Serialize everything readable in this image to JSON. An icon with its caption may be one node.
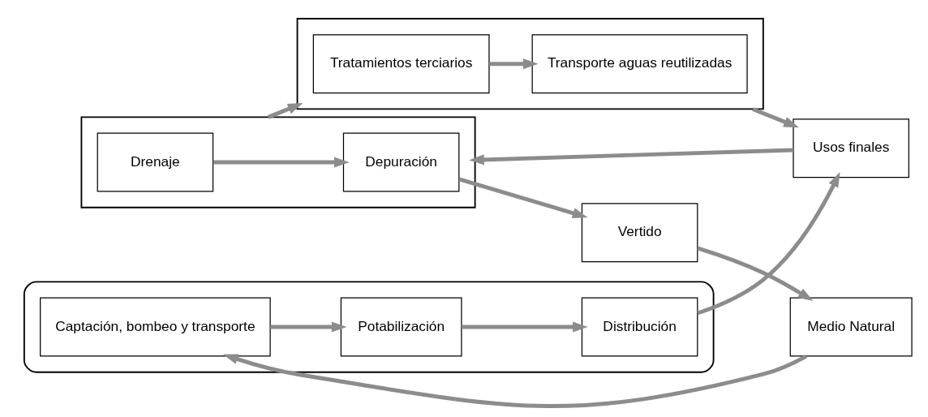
{
  "diagram": {
    "nodes": [
      {
        "text": [],
        "shape": "ellipse"
      },
      {
        "text": [
          "Captación, bombeo y transporte"
        ],
        "in": 0
      },
      {
        "text": [
          "Potabilización"
        ],
        "in": 0
      },
      {
        "text": [
          "Distribución"
        ],
        "in": 0
      },
      {
        "text": [
          "Medio Natural"
        ]
      },
      {
        "text": [],
        "shape": "box"
      },
      {
        "text": [
          "Tratamientos terciarios"
        ],
        "in": 5
      },
      {
        "text": [
          "Transporte aguas reutilizadas"
        ],
        "in": 5
      },
      {
        "text": [
          "Usos finales"
        ]
      },
      {
        "text": [
          "Vertido"
        ]
      },
      {
        "text": [],
        "shape": "box"
      },
      {
        "text": [
          "Depuración"
        ],
        "in": 10
      },
      {
        "text": [
          "Drenaje"
        ],
        "in": 10
      }
    ],
    "edges": [
      {
        "from": 4,
        "to": 1,
        "arrow": "to"
      },
      {
        "from": 1,
        "to": 2,
        "arrow": "to"
      },
      {
        "from": 2,
        "to": 3,
        "arrow": "to"
      },
      {
        "from": 3,
        "to": 8,
        "arrow": "to"
      },
      {
        "from": 8,
        "to": 10,
        "arrow": "to"
      },
      {
        "from": 12,
        "to": 11,
        "arrow": "to"
      },
      {
        "from": 11,
        "to": 9,
        "arrow": "to"
      },
      {
        "from": 9,
        "to": 4,
        "arrow": "to"
      },
      {
        "from": 10,
        "to": 5,
        "arrow": "to"
      },
      {
        "from": 6,
        "to": 7,
        "arrow": "to"
      },
      {
        "from": 5,
        "to": 8,
        "arrow": "to"
      }
    ]
  }
}
